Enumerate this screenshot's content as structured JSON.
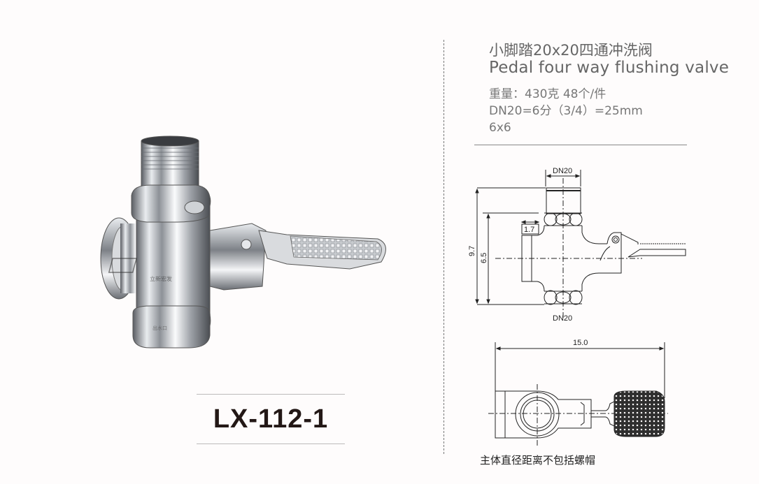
{
  "product": {
    "model_code": "LX-112-1",
    "title_cn": "小脚踏20x20四通冲洗阀",
    "title_en": "Pedal four way flushing valve",
    "specs": [
      "重量：430克   48个/件",
      "DN20=6分（3/4）=25mm",
      "6x6"
    ],
    "photo": {
      "description": "chrome pedal four-way flushing valve",
      "brand_mark_text": "立新宏发",
      "outlet_text": "出水口"
    }
  },
  "drawing_top": {
    "dims": {
      "top_port": "DN20",
      "bottom_port": "DN20",
      "overall_height": "9.7",
      "body_height": "6.5",
      "side_offset": "1.7"
    }
  },
  "drawing_bottom": {
    "dims": {
      "overall_length": "15.0"
    },
    "note": "主体直径距离不包括螺帽"
  },
  "colors": {
    "background": "#fefcfc",
    "title_text": "#666666",
    "model_text": "#231816",
    "line": "#222222"
  }
}
